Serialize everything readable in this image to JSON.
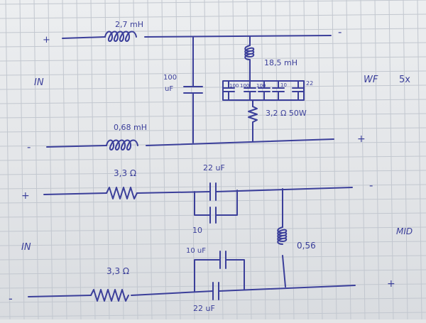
{
  "colors": {
    "ink": "#3b3f9a",
    "grid": "#c2c7cf",
    "paper": "#e6e8eb"
  },
  "upper": {
    "plus_in": "+",
    "minus_in": "-",
    "in_label": "IN",
    "minus_out": "-",
    "plus_out": "+",
    "l_top": "2,7 mH",
    "l_bottom": "0,68 mH",
    "c_main": [
      "100",
      "uF"
    ],
    "l_notch": "18,5 mH",
    "c_notch": [
      "100",
      "100",
      "100",
      "10",
      "22"
    ],
    "r_notch": "3,2 Ω   50W",
    "wf_label": "WF",
    "wf_count": "5x"
  },
  "lower": {
    "plus_in": "+",
    "minus_in": "-",
    "in_label": "IN",
    "minus_out": "-",
    "plus_out": "+",
    "r_top": "3,3 Ω",
    "c_top_main": "22 uF",
    "c_top_par": "10",
    "r_bottom": "3,3 Ω",
    "c_bot_par": "10 uF",
    "c_bot_main": "22 uF",
    "l_shunt": "0,56",
    "mid_label": "MID"
  }
}
